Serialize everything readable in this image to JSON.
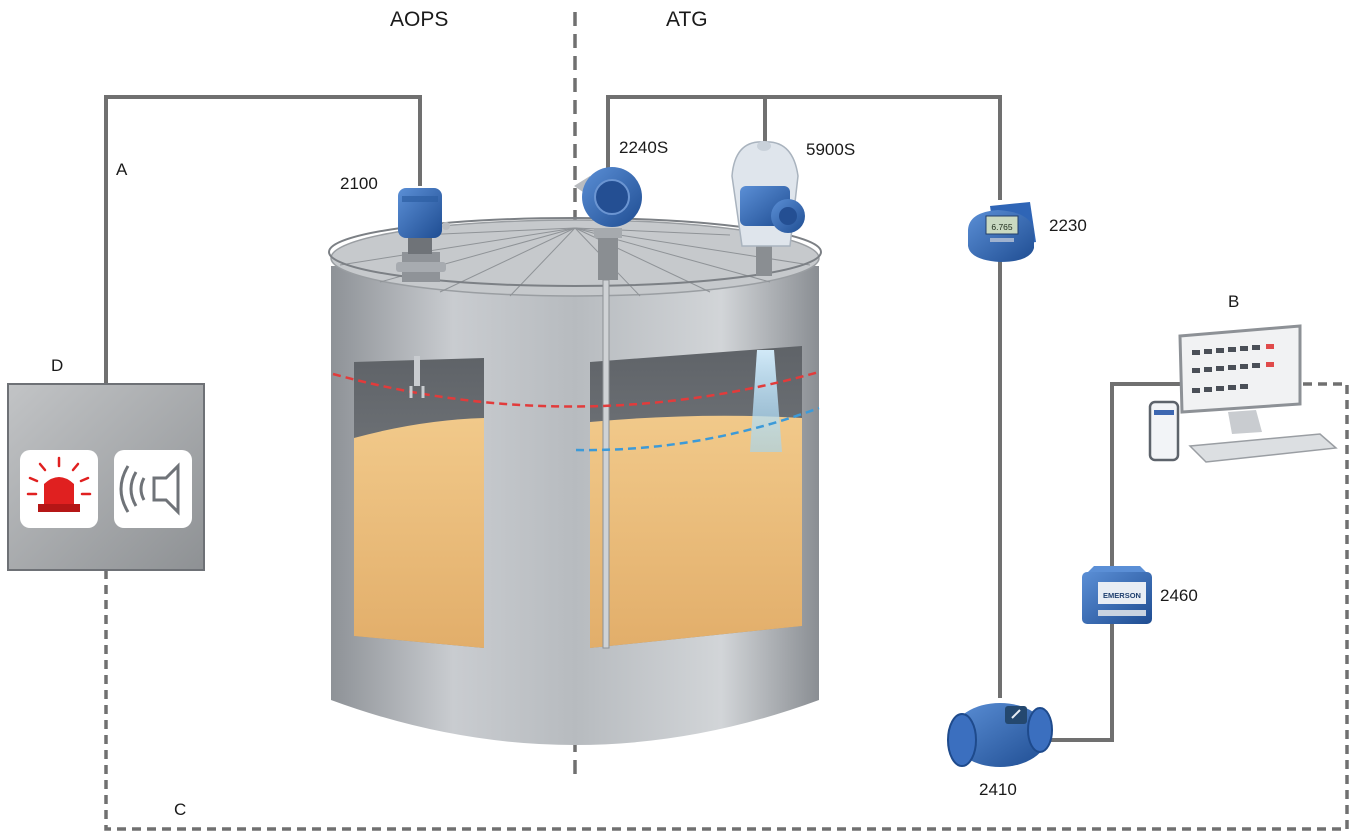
{
  "sections": {
    "left": "AOPS",
    "right": "ATG"
  },
  "devices": {
    "aops_switch": "2100",
    "radar_2240s": "2240S",
    "radar_5900s": "5900S",
    "display_2230": "2230",
    "hub_2410": "2410",
    "gateway_2460": "2460",
    "gateway_brand": "EMERSON",
    "display_reading": "6.765"
  },
  "callouts": {
    "a": "A",
    "b": "B",
    "c": "C",
    "d": "D"
  },
  "colors": {
    "line": "#707070",
    "device_blue": "#2d5fa8",
    "tank_steel": "#a9adb1",
    "liquid": "#e8b874",
    "level_high": "#e23b3b",
    "level_product": "#3c9ad8",
    "alarm_red": "#e02020"
  },
  "icons": [
    "alarm-beacon-icon",
    "speaker-icon"
  ]
}
